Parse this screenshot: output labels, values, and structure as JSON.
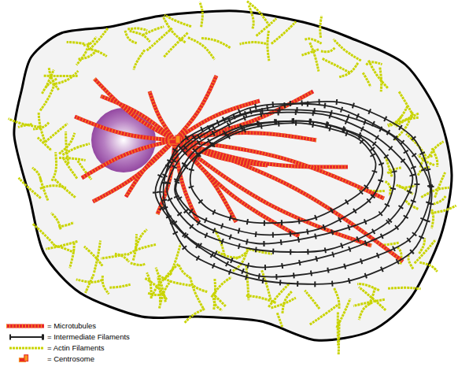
{
  "diagram": {
    "legend": [
      {
        "text": "= Microtubules"
      },
      {
        "text": "= Intermediate Filaments"
      },
      {
        "text": "= Actin Filaments"
      },
      {
        "text": "= Centrosome"
      }
    ]
  }
}
